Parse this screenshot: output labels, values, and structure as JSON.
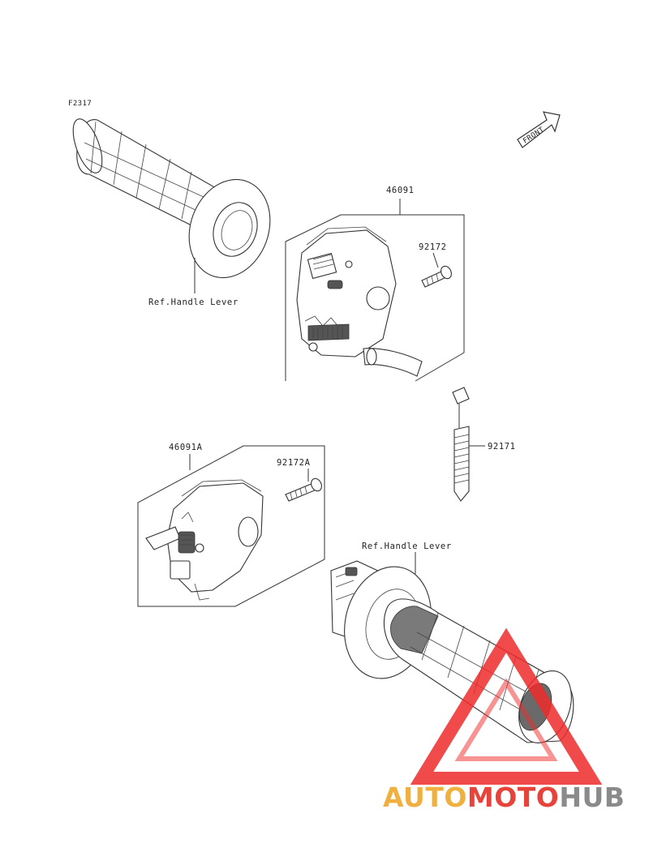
{
  "diagram": {
    "figure_code": "F2317",
    "front_label": "FRONT",
    "labels": {
      "assy_right": "46091",
      "screw_right": "92172",
      "band": "92171",
      "assy_left": "46091A",
      "screw_left": "92172A",
      "ref_upper": "Ref.Handle Lever",
      "ref_lower": "Ref.Handle Lever"
    }
  },
  "watermark": {
    "part1": "AUTO",
    "part2": "MOTO",
    "part3": "HUB",
    "colors": {
      "auto": "#f0b040",
      "moto": "#e8433a",
      "hub": "#8a8a8a",
      "triangle": "#ee2b2b"
    }
  }
}
